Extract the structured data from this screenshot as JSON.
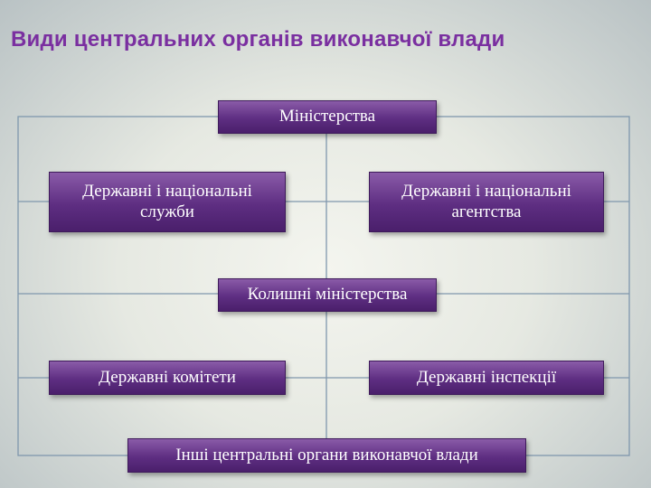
{
  "title": "Види центральних органів виконавчої влади",
  "nodes": {
    "ministries": "Міністерства",
    "services": "Державні і національні служби",
    "agencies": "Державні і національні агентства",
    "former_ministries": "Колишні міністерства",
    "committees": "Державні комітети",
    "inspections": "Державні інспекції",
    "other_bodies": "Інші центральні органи виконавчої влади"
  },
  "colors": {
    "title": "#7a2fa0",
    "box_fill_top": "#8a5ba8",
    "box_fill_bottom": "#4a1f6b",
    "connector": "#7f97ad"
  }
}
